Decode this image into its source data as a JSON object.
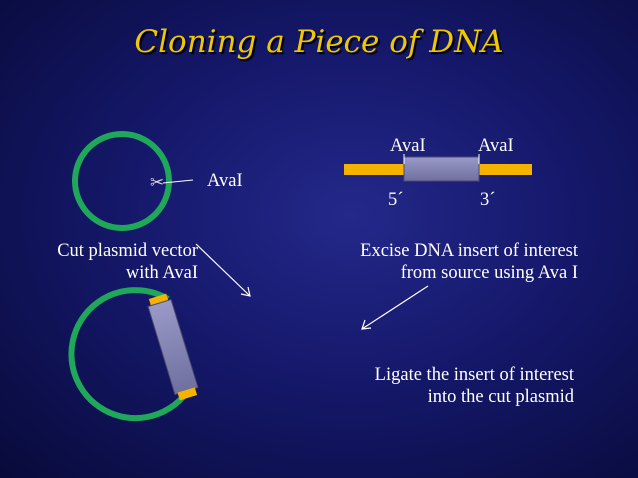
{
  "title": "Cloning a Piece of DNA",
  "labels": {
    "plasmid_cut_site": "AvaI",
    "insert_site_left": "AvaI",
    "insert_site_right": "AvaI",
    "five_prime": "5´",
    "three_prime": "3´",
    "cut_plasmid_line1": "Cut plasmid vector",
    "cut_plasmid_line2": "with AvaI",
    "excise_line1": "Excise DNA insert of interest",
    "excise_line2": "from source using Ava I",
    "ligate_line1": "Ligate the insert of interest",
    "ligate_line2": "into the cut plasmid"
  },
  "icons": {
    "scissors": "✂"
  },
  "colors": {
    "title": "#f0c800",
    "plasmid": "#1fa85a",
    "sticky_end": "#f5b300",
    "insert": "#8a8ab8",
    "text": "#ffffff"
  }
}
